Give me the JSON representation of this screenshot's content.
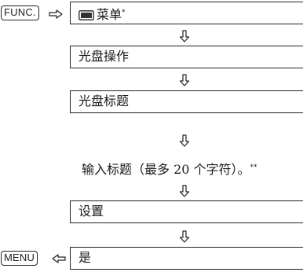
{
  "buttons": {
    "func_label": "FUNC.",
    "menu_label": "MENU"
  },
  "steps": {
    "menu_label": "菜单",
    "menu_note_mark": "*",
    "disc_operation": "光盘操作",
    "disc_title": "光盘标题",
    "enter_title": "输入标题（最多 20 个字符）。",
    "enter_title_note_mark": "**",
    "settings": "设置",
    "yes": "是"
  },
  "icons": {
    "menu_icon": "menu-screen-icon",
    "down_arrow": "hollow-down-arrow",
    "right_arrow": "hollow-right-arrow",
    "left_arrow": "hollow-left-arrow"
  }
}
